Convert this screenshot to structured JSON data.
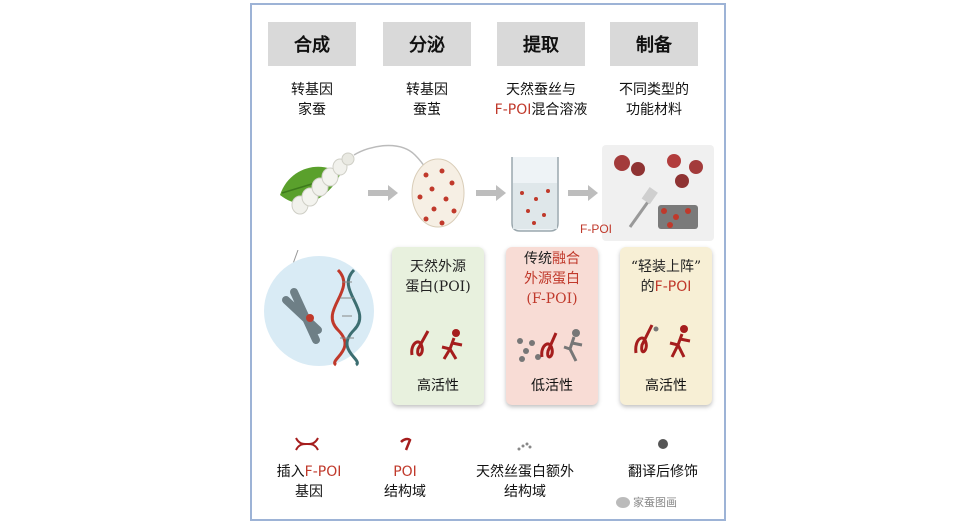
{
  "stages": [
    "合成",
    "分泌",
    "提取",
    "制备"
  ],
  "descriptions": [
    {
      "line1": "转基因",
      "line2": "家蚕"
    },
    {
      "line1": "转基因",
      "line2": "蚕茧"
    },
    {
      "line1": "天然蚕丝与",
      "line2_hl": "F-POI",
      "line2": "混合溶液"
    },
    {
      "line1": "不同类型的",
      "line2": "功能材料"
    }
  ],
  "fpoi_label": "F-POI",
  "panels": [
    {
      "line1": "天然外源",
      "line2": "蛋白(POI)",
      "footer": "高活性"
    },
    {
      "line1a": "传统",
      "line1b": "融合",
      "line2": "外源蛋白",
      "line3": "(F-POI)",
      "footer": "低活性"
    },
    {
      "line1": "“轻装上阵”",
      "line2a": "的",
      "line2b": "F-POI",
      "footer": "高活性"
    }
  ],
  "legend": [
    {
      "line1a": "插入",
      "line1b": "F-POI",
      "line2": "基因"
    },
    {
      "line1": "POI",
      "line2": "结构域"
    },
    {
      "line1": "天然丝蛋白额外",
      "line2": "结构域"
    },
    {
      "line1": "翻译后修饰",
      "line2": ""
    }
  ],
  "watermark": "家蚕图画",
  "colors": {
    "accent": "#c0392b",
    "stage_bg": "#d9d9d9",
    "panel_green": "#e8f1de",
    "panel_pink": "#f8dcd5",
    "panel_yellow": "#f7efd5"
  }
}
